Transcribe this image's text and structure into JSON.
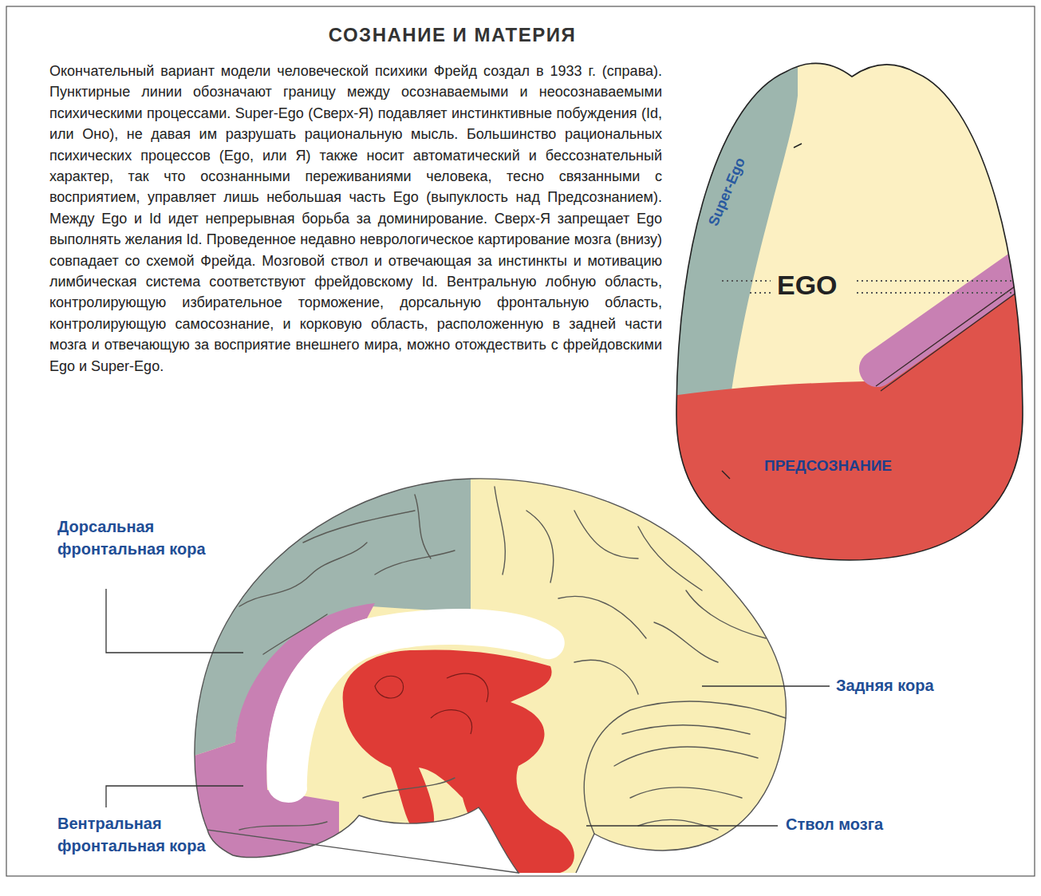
{
  "diagram": {
    "title": "СОЗНАНИЕ И МАТЕРИЯ",
    "caption": "Окончательный вариант модели человеческой психики Фрейд создал в 1933 г. (справа). Пунктирные линии обозначают границу между осознаваемыми и неосознаваемыми психическими процессами. Super-Ego (Сверх-Я) подавляет инстинктивные побуждения (Id, или Оно), не давая им разрушать рациональную мысль. Большинство рациональных психических процессов (Ego, или Я) также носит автоматический и бессознательный характер, так что осознанными переживаниями человека, тесно связанными с восприятием, управляет лишь небольшая часть Ego (выпуклость над Предсознанием). Между Ego и Id идет непрерывная борьба за доминирование. Сверх-Я запрещает Ego выполнять желания Id. Проведенное недавно неврологическое картирование мозга (внизу) совпадает со схемой Фрейда. Мозговой ствол и отвечающая за инстинкты и мотивацию лимбическая система соответствуют фрейдовскому Id. Вентральную лобную область, контролирующую избирательное торможение, дорсальную фронтальную область, контролирующую самосознание, и корковую область, расположенную в задней части мозга и отвечающую за восприятие внешнего мира, можно отождествить с фрейдовскими Ego и Super-Ego.",
    "labels": [
      "Super-Ego",
      "EGO",
      "ПРЕДСОЗНАНИЕ",
      "Дорсальная фронтальная кора",
      "Вентральная фронтальная кора",
      "Задняя кора",
      "Ствол мозга"
    ]
  }
}
